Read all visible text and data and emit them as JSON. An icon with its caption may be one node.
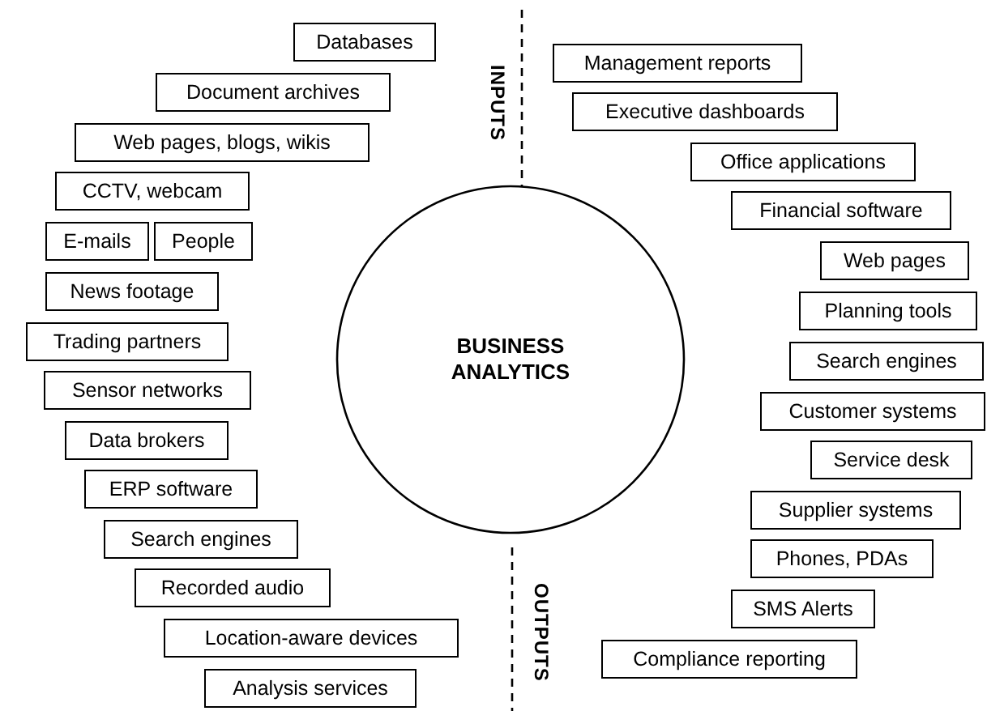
{
  "diagram": {
    "nodes": [
      {
        "text": [
          "BUSINESS ANALYTICS"
        ]
      },
      {
        "text": [
          "Databases"
        ]
      },
      {
        "text": [
          "Document archives"
        ]
      },
      {
        "text": [
          "Web pages, blogs, wikis"
        ]
      },
      {
        "text": [
          "CCTV, webcam"
        ]
      },
      {
        "text": [
          "E-mails"
        ]
      },
      {
        "text": [
          "People"
        ]
      },
      {
        "text": [
          "News footage"
        ]
      },
      {
        "text": [
          "Trading partners"
        ]
      },
      {
        "text": [
          "Sensor networks"
        ]
      },
      {
        "text": [
          "Data brokers"
        ]
      },
      {
        "text": [
          "ERP software"
        ]
      },
      {
        "text": [
          "Search engines"
        ]
      },
      {
        "text": [
          "Recorded audio"
        ]
      },
      {
        "text": [
          "Location-aware devices"
        ]
      },
      {
        "text": [
          "Analysis services"
        ]
      },
      {
        "text": [
          "Management reports"
        ]
      },
      {
        "text": [
          "Executive dashboards"
        ]
      },
      {
        "text": [
          "Office applications"
        ]
      },
      {
        "text": [
          "Financial software"
        ]
      },
      {
        "text": [
          "Web pages"
        ]
      },
      {
        "text": [
          "Planning tools"
        ]
      },
      {
        "text": [
          "Search engines"
        ]
      },
      {
        "text": [
          "Customer systems"
        ]
      },
      {
        "text": [
          "Service desk"
        ]
      },
      {
        "text": [
          "Supplier systems"
        ]
      },
      {
        "text": [
          "Phones, PDAs"
        ]
      },
      {
        "text": [
          "SMS Alerts"
        ]
      },
      {
        "text": [
          "Compliance reporting"
        ]
      }
    ],
    "edges": [],
    "labels": [
      "INPUTS",
      "OUTPUTS"
    ]
  }
}
